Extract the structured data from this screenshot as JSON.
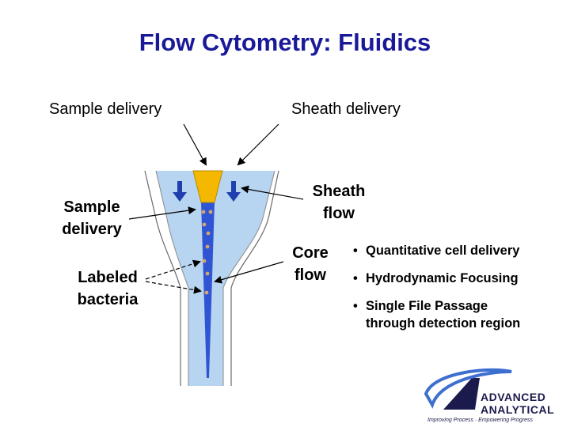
{
  "title": "Flow Cytometry: Fluidics",
  "top_labels": {
    "sample_delivery": "Sample delivery",
    "sheath_delivery": "Sheath delivery"
  },
  "left_labels": {
    "sample_delivery_line1": "Sample",
    "sample_delivery_line2": "delivery",
    "labeled_bacteria_line1": "Labeled",
    "labeled_bacteria_line2": "bacteria"
  },
  "right_labels": {
    "sheath_flow_line1": "Sheath",
    "sheath_flow_line2": "flow",
    "core_flow_line1": "Core",
    "core_flow_line2": "flow"
  },
  "bullets": [
    "Quantitative cell delivery",
    "Hydrodynamic Focusing",
    "Single File Passage",
    "through detection region"
  ],
  "logo": {
    "line1": "ADVANCED",
    "line2": "ANALYTICAL",
    "tagline": "Improving Process · Empowering Progress",
    "primary_color": "#1a1a4d",
    "swoosh_color": "#3c6fd0"
  },
  "colors": {
    "title": "#1a1a99",
    "sheath_fluid": "#b7d4f0",
    "core_stream": "#2f55d4",
    "sample_nozzle": "#f5b800",
    "flow_arrows": "#1f3fae",
    "particles": "#d6a66a"
  }
}
